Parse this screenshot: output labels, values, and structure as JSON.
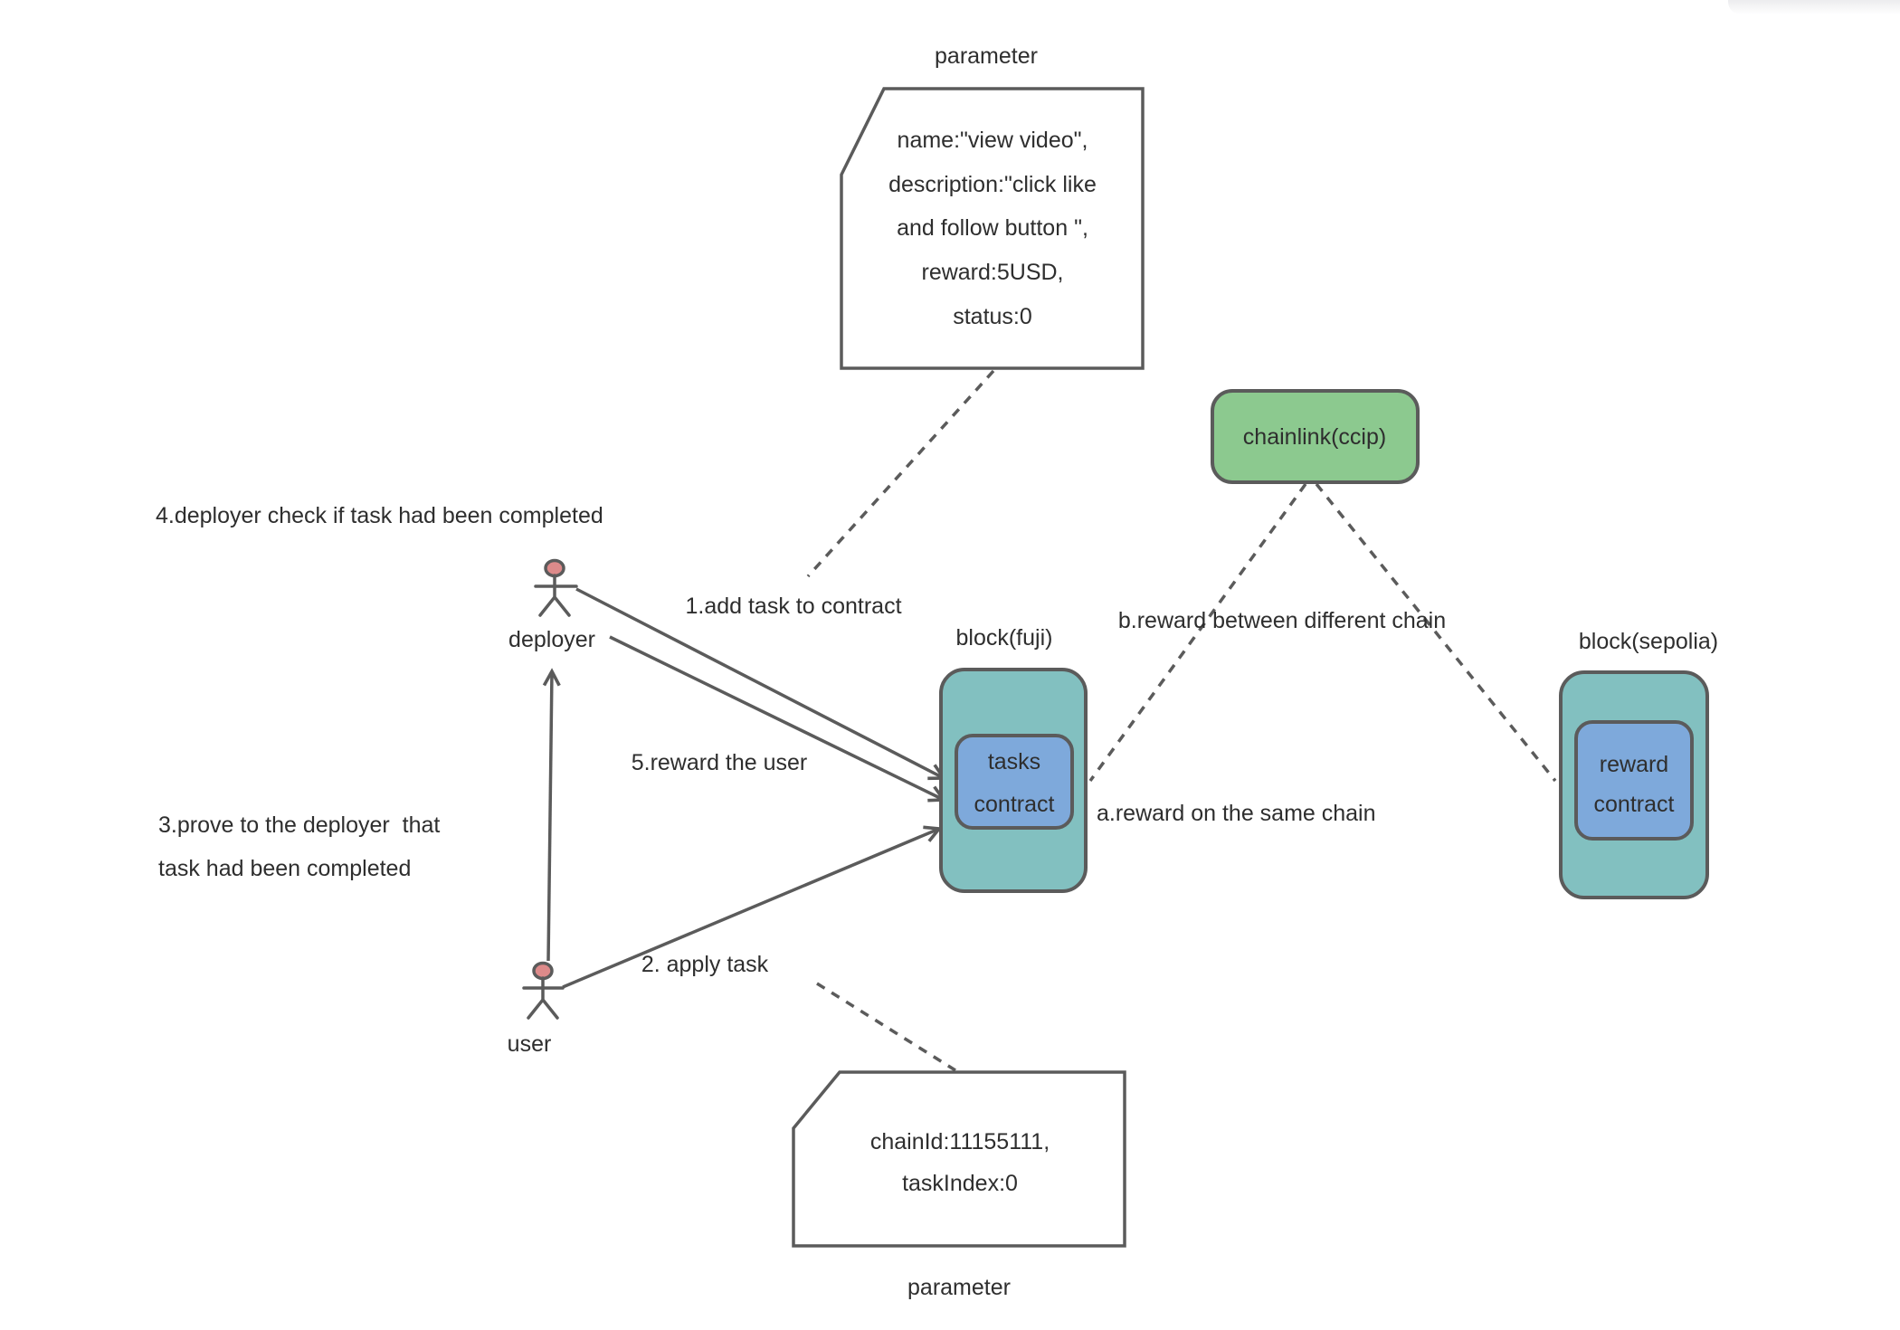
{
  "colors": {
    "chain_green": "#8cc98f",
    "block_teal": "#82c0c0",
    "contract_blue": "#7ea9db",
    "line_gray": "#5b5b5b",
    "text_dark": "#2e2e2e",
    "actor_head_pink": "#dd8a8a",
    "note_bg": "#ffffff"
  },
  "notes": {
    "top": {
      "title": "parameter",
      "lines": [
        "name:\"view video\",",
        "description:\"click like",
        "and follow button \",",
        "reward:5USD,",
        "status:0"
      ]
    },
    "bottom": {
      "title": "parameter",
      "lines": [
        "chainId:11155111,",
        "taskIndex:0"
      ]
    }
  },
  "nodes": {
    "chainlink": {
      "label": "chainlink(ccip)"
    },
    "block_fuji": {
      "label": "block(fuji)",
      "contract_line1": "tasks",
      "contract_line2": "contract"
    },
    "block_sepolia": {
      "label": "block(sepolia)",
      "contract_line1": "reward",
      "contract_line2": "contract"
    }
  },
  "actors": {
    "deployer": {
      "label": "deployer"
    },
    "user": {
      "label": "user"
    }
  },
  "edges": {
    "add_task": "1.add task to contract",
    "apply_task": "2. apply task",
    "prove_line1": "3.prove to the deployer  that",
    "prove_line2": "task had been completed",
    "check": "4.deployer check if task had been completed",
    "reward_user": "5.reward the user",
    "same_chain": "a.reward on the same chain",
    "diff_chain": "b.reward between different chain"
  }
}
